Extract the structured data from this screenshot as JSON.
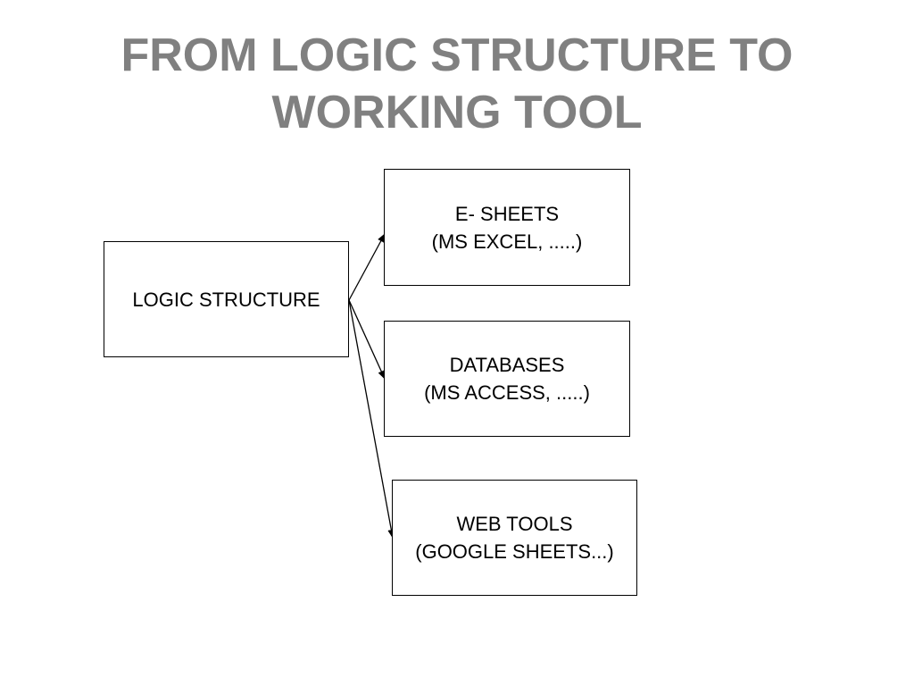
{
  "title": {
    "line1": "FROM LOGIC STRUCTURE TO",
    "line2": "WORKING TOOL"
  },
  "source_node": {
    "label": "LOGIC STRUCTURE"
  },
  "target_nodes": [
    {
      "line1": "E- SHEETS",
      "line2": "(MS EXCEL, .....)"
    },
    {
      "line1": "DATABASES",
      "line2": "(MS ACCESS, .....)"
    },
    {
      "line1": "WEB TOOLS",
      "line2": "(GOOGLE SHEETS...)"
    }
  ],
  "colors": {
    "title": "#808080",
    "box_border": "#000000",
    "text": "#000000",
    "background": "#ffffff"
  }
}
